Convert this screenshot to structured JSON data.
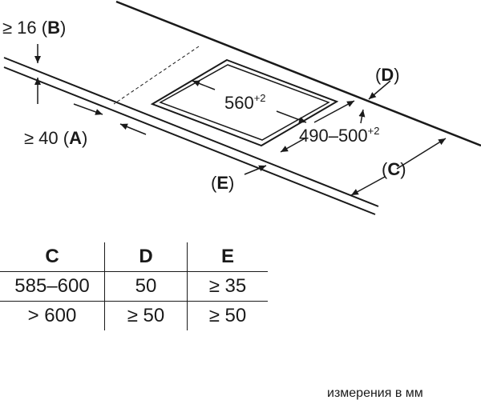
{
  "diagram": {
    "label_b_prefix": "≥ 16 (",
    "label_b_letter": "B",
    "label_b_suffix": ")",
    "label_a_prefix": "≥ 40 (",
    "label_a_letter": "A",
    "label_a_suffix": ")",
    "label_d_prefix": "(",
    "label_d_letter": "D",
    "label_d_suffix": ")",
    "label_c_prefix": "(",
    "label_c_letter": "C",
    "label_c_suffix": ")",
    "label_e_prefix": "(",
    "label_e_letter": "E",
    "label_e_suffix": ")",
    "width_value": "560",
    "width_tolerance": "+2",
    "depth_value": "490–500",
    "depth_tolerance": "+2"
  },
  "table": {
    "headers": [
      "C",
      "D",
      "E"
    ],
    "rows": [
      [
        "585–600",
        "50",
        "≥ 35"
      ],
      [
        "> 600",
        "≥ 50",
        "≥ 50"
      ]
    ]
  },
  "note": "измерения в мм"
}
